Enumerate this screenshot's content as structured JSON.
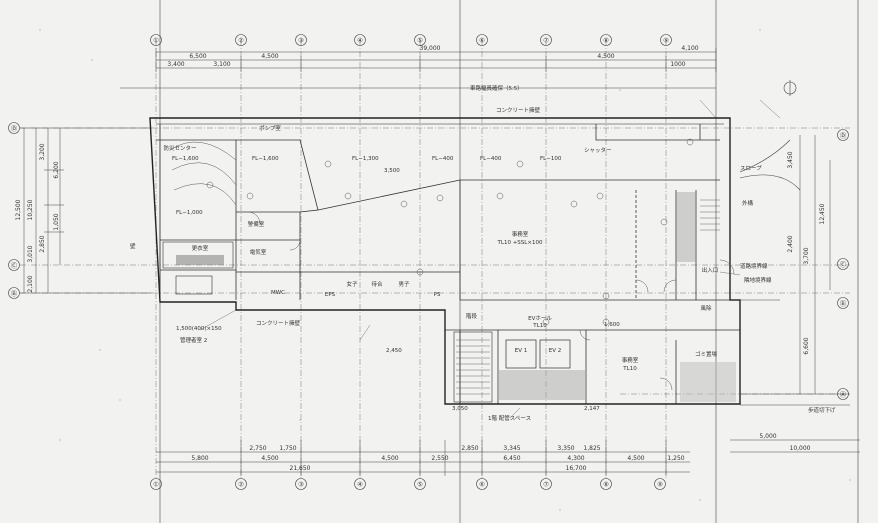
{
  "drawing": {
    "top_axes": [
      "①",
      "②",
      "③",
      "④",
      "⑤",
      "⑥",
      "⑦",
      "⑧",
      "⑨"
    ],
    "bottom_axes": [
      "①",
      "②",
      "③",
      "④",
      "⑤",
      "⑥",
      "⑦",
      "⑧",
      "⑨"
    ],
    "left_axes": [
      "Ⓓ",
      "Ⓒ",
      "Ⓑ"
    ],
    "right_axes": [
      "Ⓓ",
      "Ⓒ",
      "Ⓑ",
      "Ⓐ"
    ],
    "top_dims": {
      "total": "39,000",
      "a": "6,500",
      "b": "4,500",
      "c": "4,500",
      "d": "4,100",
      "sub1": "3,400",
      "sub2": "3,100",
      "sub3": "1000"
    },
    "bottom_dims": {
      "row1a": "2,750",
      "row1b": "1,750",
      "row1c": "2,850",
      "row1d": "3,345",
      "row1e": "3,350",
      "row1f": "1,825",
      "row2a": "5,800",
      "row2b": "4,500",
      "row2c": "4,500",
      "row2d": "2,550",
      "row2e": "6,450",
      "row2f": "4,300",
      "row2g": "4,500",
      "row2h": "1,250",
      "total_left": "21,650",
      "total_right": "16,700",
      "right_a": "5,000",
      "right_b": "10,000"
    },
    "left_dims": {
      "total": "12,500",
      "a": "10,250",
      "b": "3,200",
      "c": "6,200",
      "d": "1,050",
      "e": "2,850",
      "f": "3,010",
      "g": "2,100"
    },
    "right_dims": {
      "a": "3,450",
      "b": "12,450",
      "c": "3,700",
      "d": "6,600",
      "e": "2,400"
    },
    "rooms": {
      "office": "事務室",
      "office_floor": "TL10 +SSL×100",
      "machine_room": "事務室",
      "machine_floor": "TL10",
      "ev1": "EV 1",
      "ev2": "EV 2",
      "elevator_hall": "EVホール",
      "elevator_hall_floor": "TL10",
      "guard_room": "警備室",
      "disaster_room": "防災センター",
      "cloak": "更衣室",
      "electric": "電気室",
      "waiting": "待合",
      "pump": "ポンプ室",
      "eps": "EPS",
      "ps": "PS",
      "men": "男子",
      "women": "女子",
      "mwc": "MWC",
      "dust": "ゴミ置場",
      "entrance": "出入口",
      "lobby": "風除"
    },
    "notes": {
      "fl1": "FL−1,300",
      "fl2": "FL−400",
      "fl3": "FL−400",
      "fl4": "FL−100",
      "fl5": "FL−1,600",
      "fl6": "FL−1,600",
      "fl7": "FL−1,000",
      "concrete_wall": "コンクリート擁壁",
      "shutter": "シャッター",
      "exterior": "外構",
      "ramp": "スロープ",
      "stairs": "階段",
      "note_top": "車路幅員確保（5.5）",
      "note_left": "管理者室 2",
      "note_bottom1": "コンクリート擁壁",
      "note_bottom2": "1階 配管スペース",
      "note_right1": "道路境界線",
      "note_right2": "隣地境界線",
      "note_right3": "歩道切下げ",
      "note_bl": "1,500(400)×150",
      "wall": "壁",
      "dim_3500": "3,500",
      "dim_3050": "3,050",
      "dim_2147": "2,147",
      "dim_2450": "2,450",
      "dim_1600": "1,600"
    }
  }
}
